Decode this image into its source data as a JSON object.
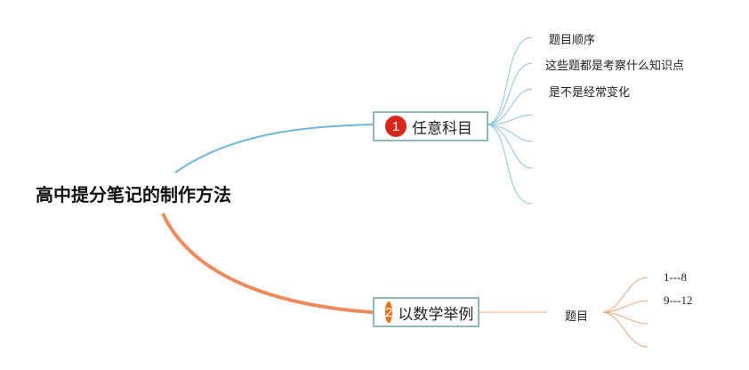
{
  "mindmap": {
    "root": "高中提分笔记的制作方法",
    "colors": {
      "branch1": "#6fb7d8",
      "branch2": "#ee8a5c",
      "branch2_thin": "#f0a57c",
      "badge1": "#d8261a",
      "badge2": "#e8701a"
    },
    "topics": [
      {
        "number": "1",
        "label": "任意科目",
        "leaves": [
          "题目顺序",
          "这些题都是考察什么知识点",
          "是不是经常变化",
          "",
          "",
          "",
          ""
        ]
      },
      {
        "number": "2",
        "label": "以数学举例",
        "child": {
          "label": "题目",
          "leaves": [
            "1---8",
            "9---12",
            "",
            ""
          ]
        }
      }
    ]
  }
}
